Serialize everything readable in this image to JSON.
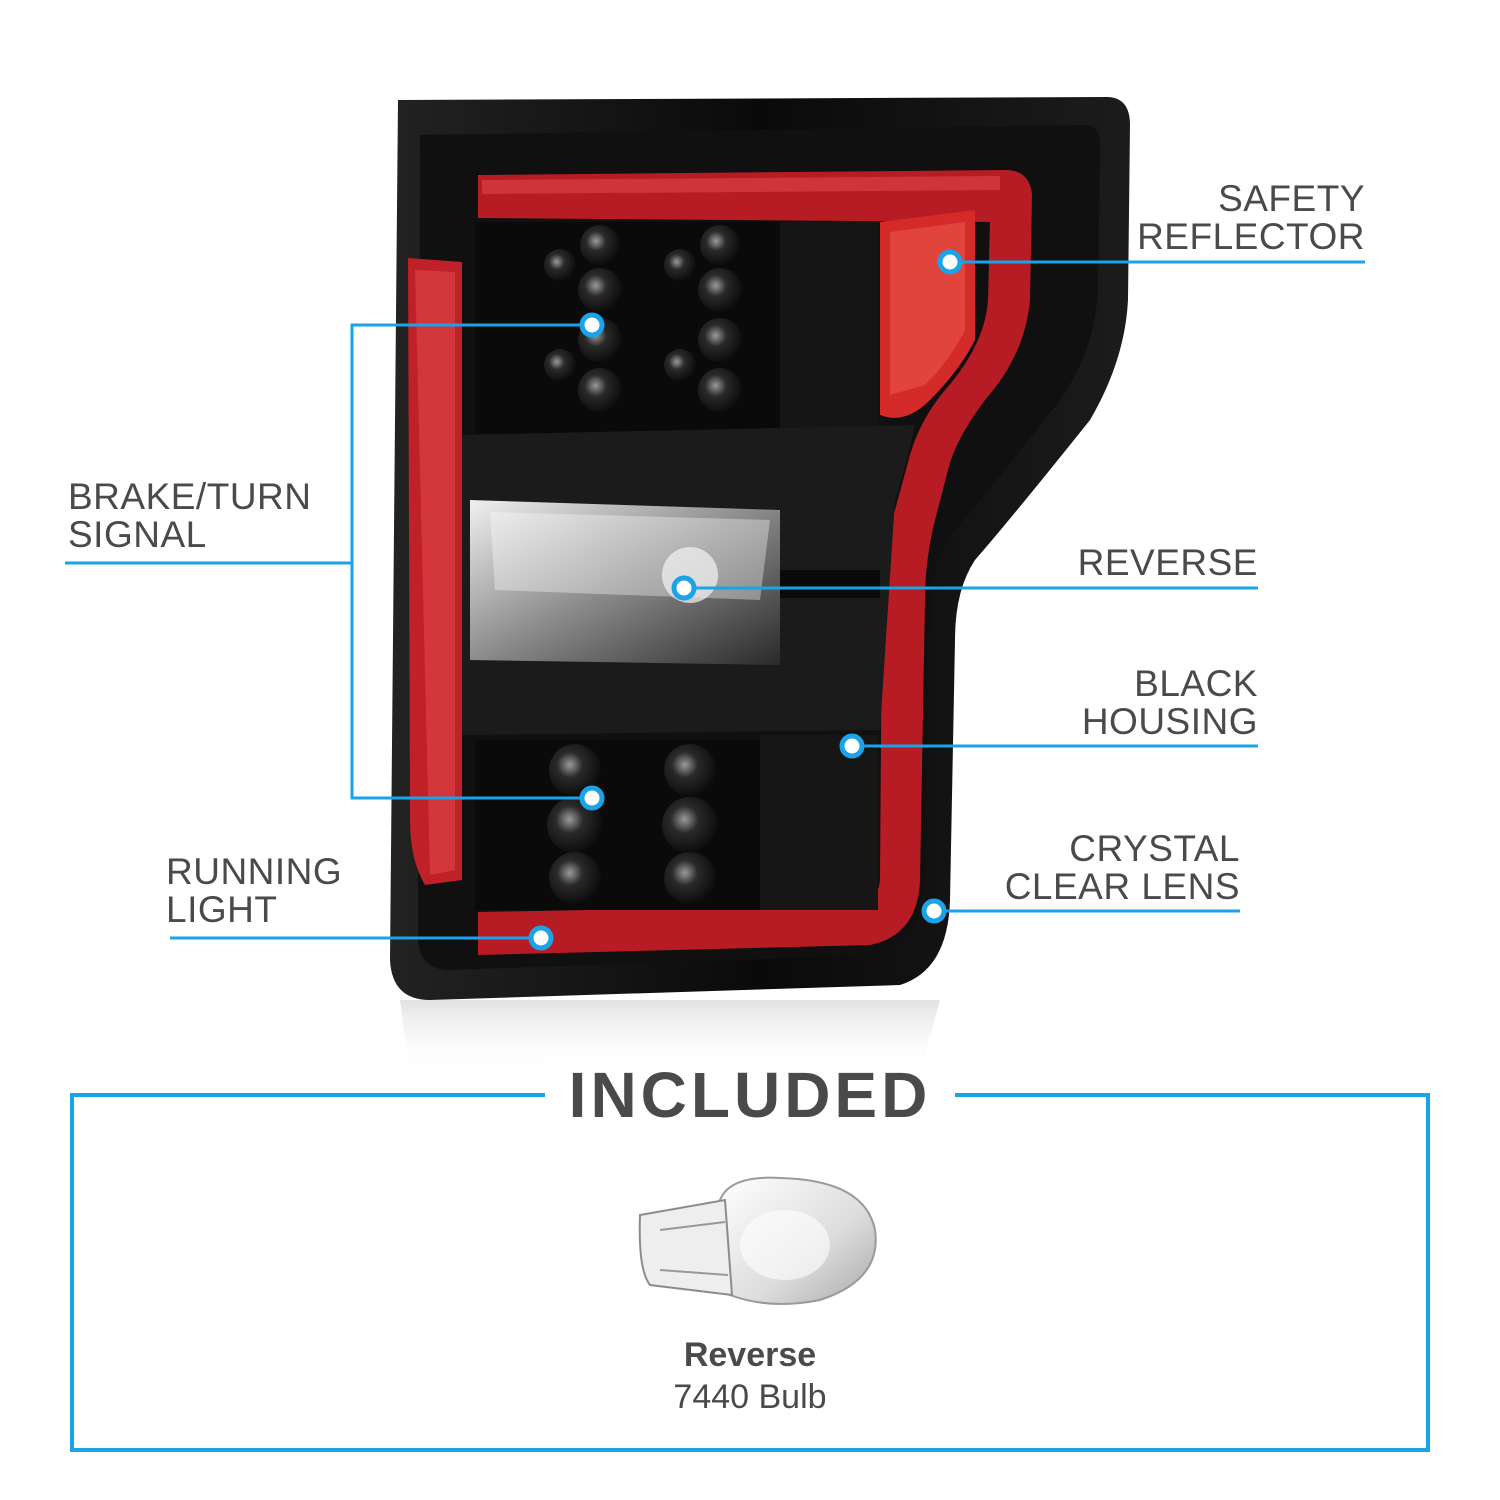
{
  "colors": {
    "accent": "#1aa3e8",
    "housing": "#0c0c0c",
    "red_bar": "#c0202a",
    "reflector": "#d42a2a",
    "text": "#4a4a4a"
  },
  "callouts": {
    "safety_reflector": [
      "SAFETY",
      "REFLECTOR"
    ],
    "brake_turn": [
      "BRAKE/TURN",
      "SIGNAL"
    ],
    "reverse": [
      "REVERSE"
    ],
    "black_housing": [
      "BLACK",
      "HOUSING"
    ],
    "crystal_clear": [
      "CRYSTAL",
      "CLEAR LENS"
    ],
    "running_light": [
      "RUNNING",
      "LIGHT"
    ]
  },
  "included": {
    "title": "INCLUDED",
    "bulb_name": "Reverse",
    "bulb_spec": "7440 Bulb"
  }
}
